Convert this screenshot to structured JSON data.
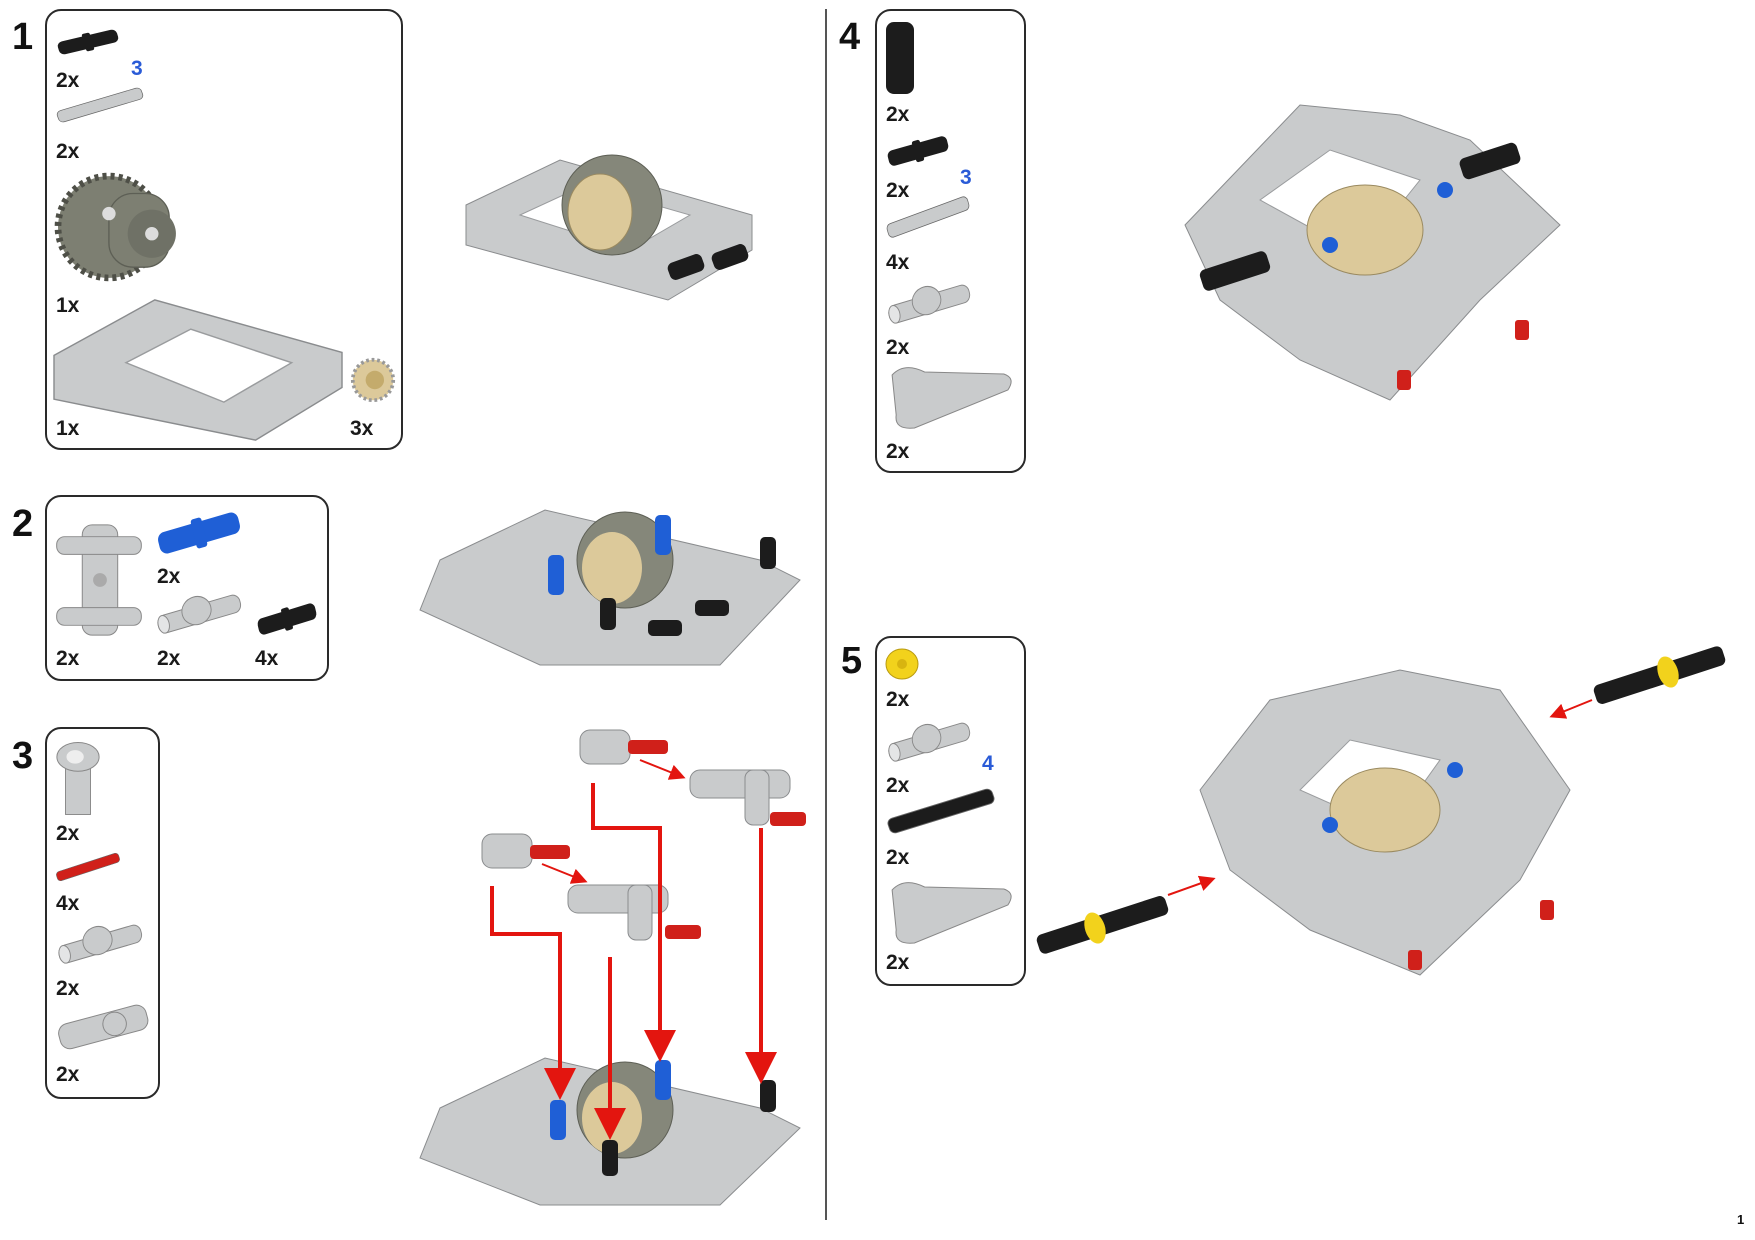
{
  "page_number": "1",
  "colors": {
    "black": "#1c1c1c",
    "gray": "#c9cbcc",
    "dark_gray": "#7d7f72",
    "blue": "#1f5fd6",
    "red": "#d0201a",
    "tan": "#dcc99a",
    "yellow": "#f2d21c",
    "arrow": "#e3150f",
    "callout": "#2a5bd7"
  },
  "steps": [
    {
      "number": "1",
      "parts": [
        {
          "icon": "black-pin",
          "count": "2x"
        },
        {
          "icon": "gray-axle",
          "count": "2x",
          "length": "3"
        },
        {
          "icon": "differential-gear",
          "count": "1x"
        },
        {
          "icon": "open-frame",
          "count": "1x"
        },
        {
          "icon": "bevel-gear",
          "count": "3x"
        }
      ]
    },
    {
      "number": "2",
      "parts": [
        {
          "icon": "double-pin-connector",
          "count": "2x"
        },
        {
          "icon": "blue-pin",
          "count": "2x"
        },
        {
          "icon": "pin-hub",
          "count": "2x"
        },
        {
          "icon": "black-pin",
          "count": "4x"
        }
      ]
    },
    {
      "number": "3",
      "parts": [
        {
          "icon": "t-connector",
          "count": "2x"
        },
        {
          "icon": "red-axle",
          "count": "4x"
        },
        {
          "icon": "pin-hub",
          "count": "2x"
        },
        {
          "icon": "axle-connector",
          "count": "2x"
        }
      ]
    },
    {
      "number": "4",
      "parts": [
        {
          "icon": "black-tube",
          "count": "2x"
        },
        {
          "icon": "black-pin",
          "count": "2x"
        },
        {
          "icon": "gray-axle",
          "count": "4x",
          "length": "3"
        },
        {
          "icon": "pin-hub",
          "count": "2x"
        },
        {
          "icon": "bent-beam",
          "count": "2x"
        }
      ]
    },
    {
      "number": "5",
      "parts": [
        {
          "icon": "yellow-bush",
          "count": "2x"
        },
        {
          "icon": "pin-hub",
          "count": "2x"
        },
        {
          "icon": "black-axle",
          "count": "2x",
          "length": "4"
        },
        {
          "icon": "bent-beam",
          "count": "2x"
        }
      ]
    }
  ]
}
